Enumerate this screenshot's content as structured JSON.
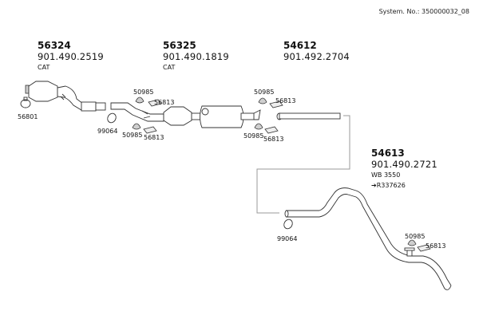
{
  "header": {
    "system_number": "System. No.: 350000032_08"
  },
  "groups": [
    {
      "number": "56324",
      "article": "901.490.2519",
      "note": "CAT"
    },
    {
      "number": "56325",
      "article": "901.490.1819",
      "note": "CAT"
    },
    {
      "number": "54612",
      "article": "901.492.2704"
    },
    {
      "number": "54613",
      "article": "901.490.2721",
      "note": "WB 3550",
      "reference": "➔R337626"
    }
  ],
  "part_labels": {
    "clamp_front": "56801",
    "clamp_mid": "99064",
    "hanger_a_top": "50985",
    "bracket_a_top": "56813",
    "hanger_a_bottom": "50985",
    "bracket_a_bottom": "56813",
    "hanger_b_top": "50985",
    "bracket_b_top": "56813",
    "hanger_b_bottom": "50985",
    "bracket_b_bottom": "56813",
    "clamp_rear": "99064",
    "hanger_c": "50985",
    "bracket_c": "56813"
  }
}
